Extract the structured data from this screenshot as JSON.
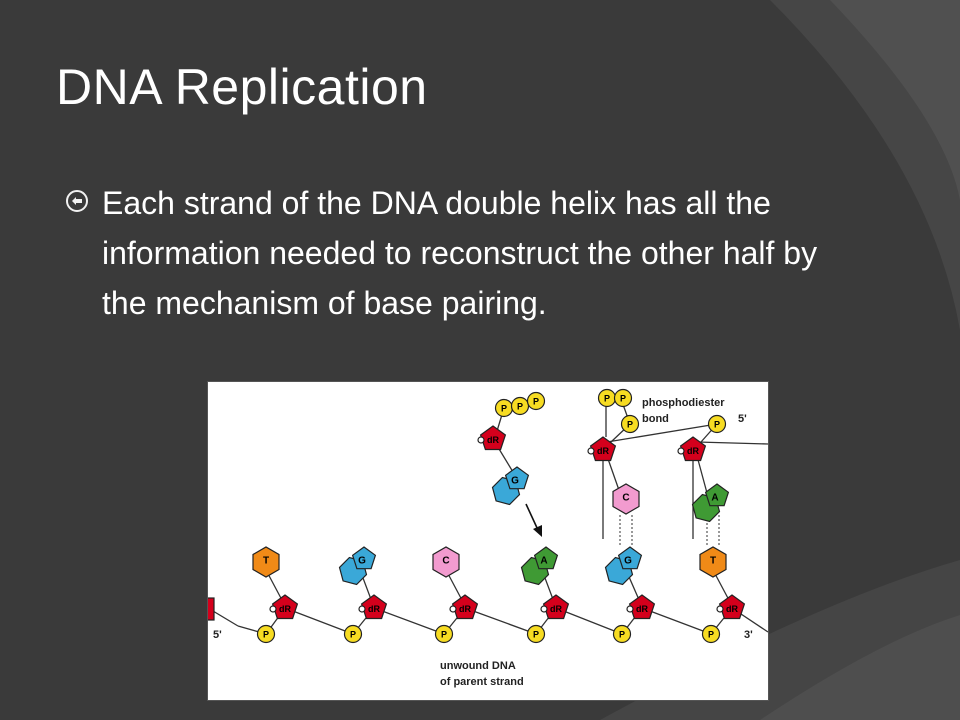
{
  "slide": {
    "title": "DNA Replication",
    "bullets": [
      "Each strand of the DNA double helix has all the information needed to reconstruct the other half by the mechanism of base pairing."
    ]
  },
  "diagram": {
    "labels": {
      "phosphodiester": "phosphodiester",
      "bond": "bond",
      "five_prime_top": "5'",
      "five_prime_left": "5'",
      "three_prime_right": "3'",
      "unwound_line1": "unwound DNA",
      "unwound_line2": "of parent strand"
    },
    "glyphs": {
      "sugar": "dR",
      "phosphate": "P"
    },
    "parent_bases": [
      "T",
      "G",
      "C",
      "A",
      "G",
      "T"
    ],
    "incoming_base": "G",
    "paired_bases": [
      "C",
      "A"
    ],
    "colors": {
      "T": "#f08a17",
      "G": "#3aa8d8",
      "C": "#f29bcf",
      "A": "#3f9a34",
      "sugar": "#d4001c",
      "phosphate": "#f7dc22",
      "background": "#3b3b3b",
      "bullet": "#f2f2f2"
    }
  }
}
